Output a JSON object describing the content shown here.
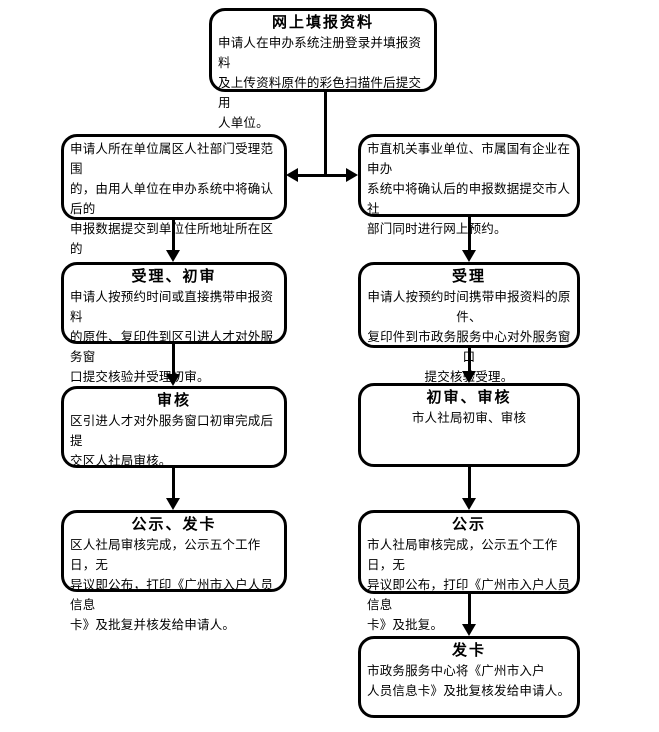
{
  "diagram": {
    "type": "flowchart",
    "colors": {
      "border": "#000000",
      "fill": "#ffffff",
      "text": "#000000",
      "background": "#ffffff"
    },
    "nodes": [
      {
        "id": "online-fill",
        "title": "网上填报资料",
        "body": "申请人在申办系统注册登录并填报资料\n及上传资料原件的彩色扫描件后提交用\n人单位。"
      },
      {
        "id": "district-submit",
        "title": "",
        "body": "申请人所在单位属区人社部门受理范围\n的，由用人单位在申办系统中将确认后的\n申报数据提交到单位住所地址所在区的\n人社部门"
      },
      {
        "id": "city-submit",
        "title": "",
        "body": "市直机关事业单位、市属国有企业在申办\n系统中将确认后的申报数据提交市人社\n部门同时进行网上预约。"
      },
      {
        "id": "left-accept",
        "title": "受理、初审",
        "body": "申请人按预约时间或直接携带申报资料\n的原件、复印件到区引进人才对外服务窗\n口提交核验并受理初审。"
      },
      {
        "id": "right-accept",
        "title": "受理",
        "body": "申请人按预约时间携带申报资料的原件、\n复印件到市政务服务中心对外服务窗口\n提交核验受理。"
      },
      {
        "id": "left-review",
        "title": "审核",
        "body": "区引进人才对外服务窗口初审完成后提\n交区人社局审核。"
      },
      {
        "id": "right-review",
        "title": "初审、审核",
        "body": "市人社局初审、审核"
      },
      {
        "id": "left-publish",
        "title": "公示、发卡",
        "body": "区人社局审核完成，公示五个工作日，无\n异议即公布，打印《广州市入户人员信息\n卡》及批复并核发给申请人。"
      },
      {
        "id": "right-publish",
        "title": "公示",
        "body": "市人社局审核完成，公示五个工作日，无\n异议即公布，打印《广州市入户人员信息\n卡》及批复。"
      },
      {
        "id": "right-card",
        "title": "发卡",
        "body": "市政务服务中心将《广州市入户\n人员信息卡》及批复核发给申请人。"
      }
    ],
    "edges": [
      {
        "from": "online-fill",
        "to": "district-submit"
      },
      {
        "from": "online-fill",
        "to": "city-submit"
      },
      {
        "from": "district-submit",
        "to": "left-accept"
      },
      {
        "from": "left-accept",
        "to": "left-review"
      },
      {
        "from": "left-review",
        "to": "left-publish"
      },
      {
        "from": "city-submit",
        "to": "right-accept"
      },
      {
        "from": "right-accept",
        "to": "right-review"
      },
      {
        "from": "right-review",
        "to": "right-publish"
      },
      {
        "from": "right-publish",
        "to": "right-card"
      }
    ]
  }
}
